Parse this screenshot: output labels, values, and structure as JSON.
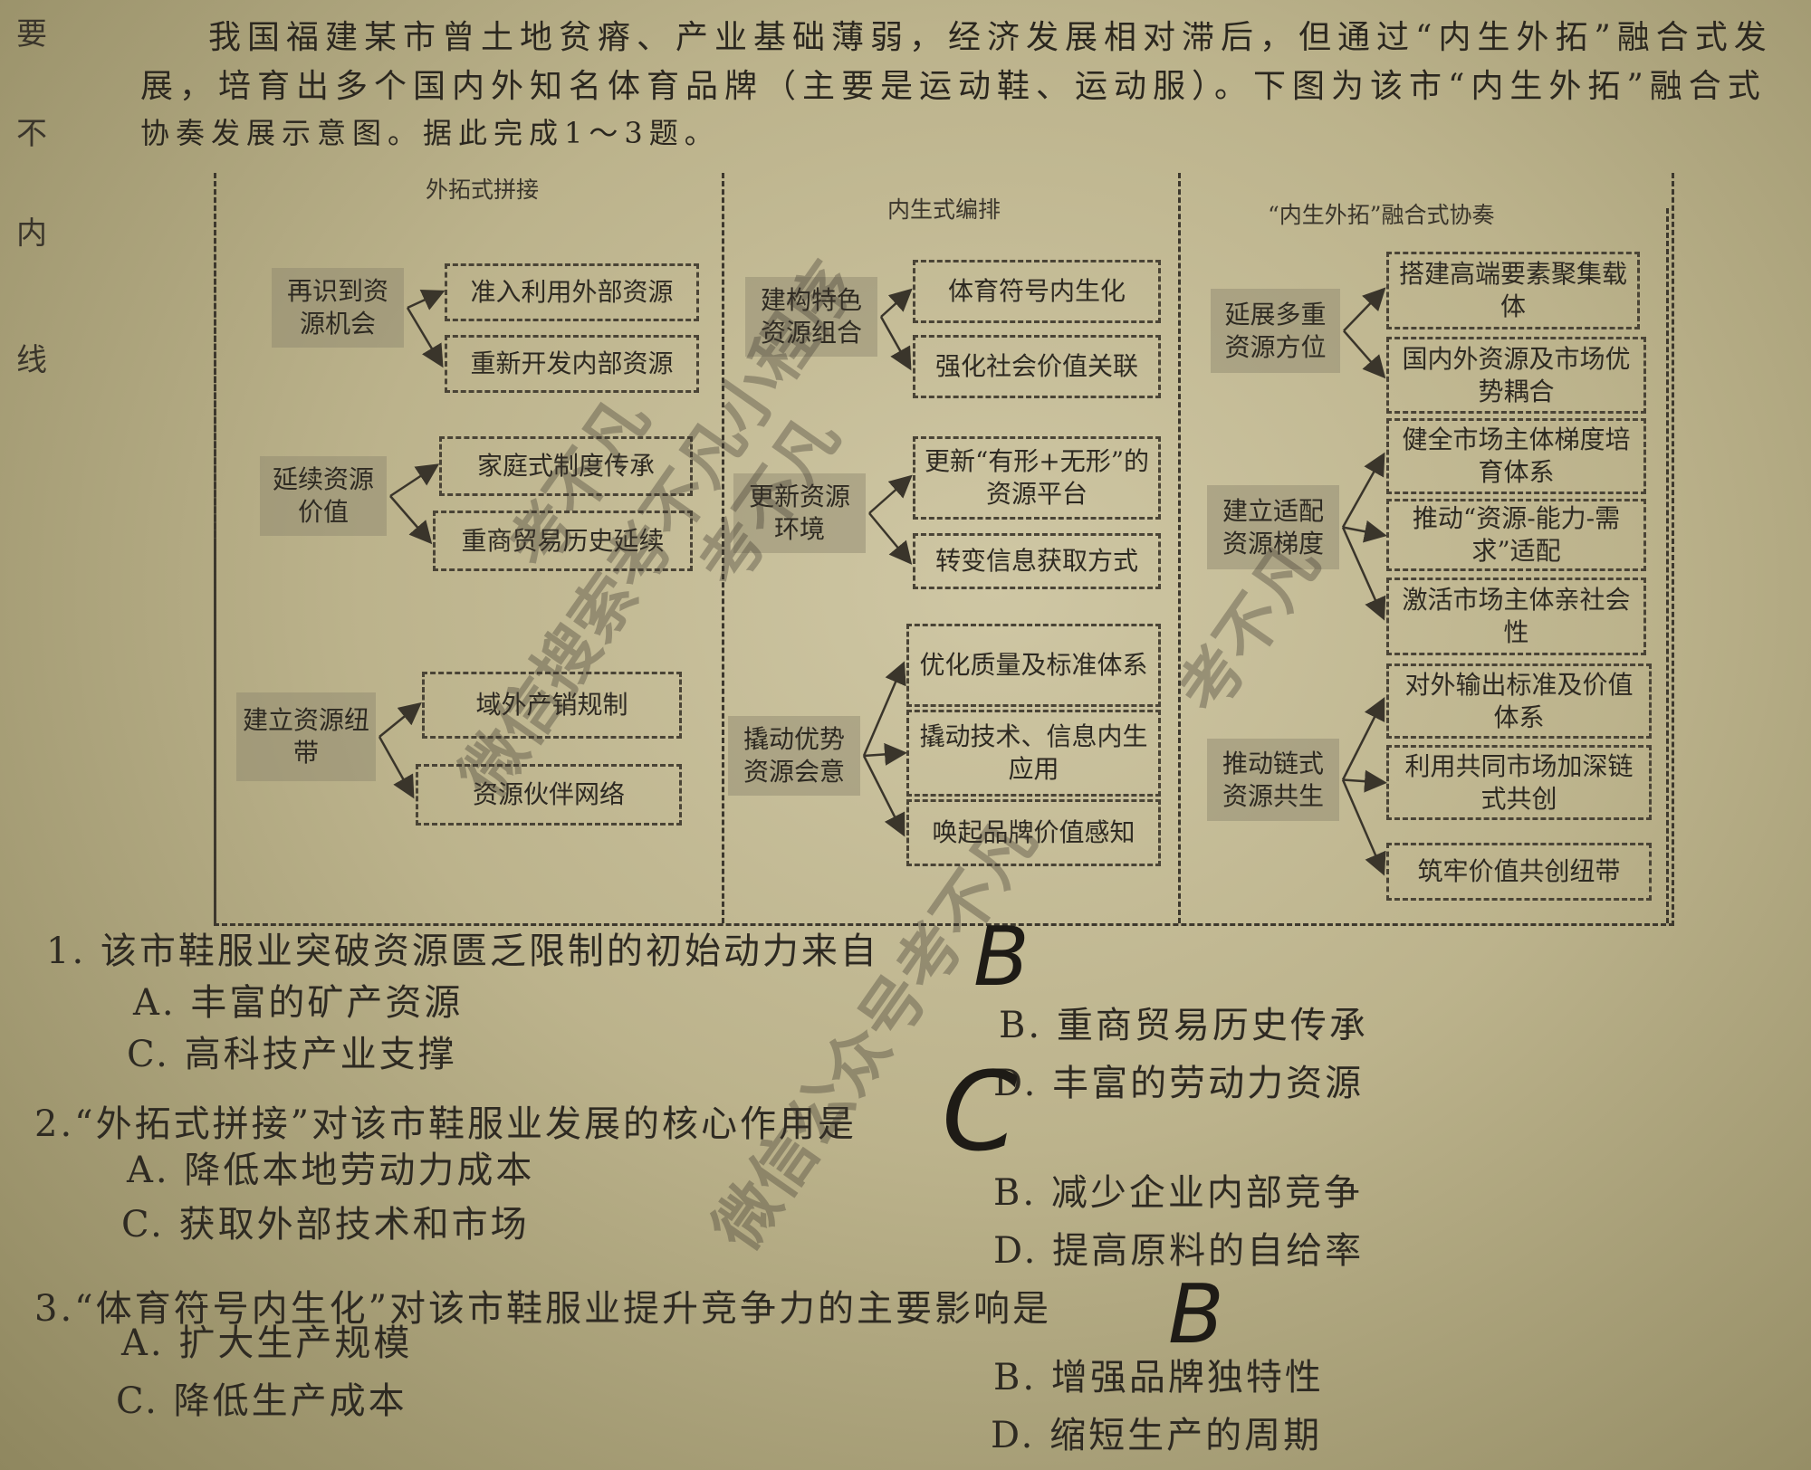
{
  "margin_chars": [
    "要",
    "不",
    "内",
    "线"
  ],
  "intro": [
    "我国福建某市曾土地贫瘠、产业基础薄弱，经济发展相对滞后，但通过“内生外拓”融合式发",
    "展，培育出多个国内外知名体育品牌（主要是运动鞋、运动服）。下图为该市“内生外拓”融合式",
    "协奏发展示意图。据此完成1～3题。"
  ],
  "diagram": {
    "columns": [
      {
        "title": "外拓式拼接",
        "groups": [
          {
            "label": "再识到资源机会",
            "items": [
              "准入利用外部资源",
              "重新开发内部资源"
            ]
          },
          {
            "label": "延续资源价值",
            "items": [
              "家庭式制度传承",
              "重商贸易历史延续"
            ]
          },
          {
            "label": "建立资源纽带",
            "items": [
              "域外产销规制",
              "资源伙伴网络"
            ]
          }
        ]
      },
      {
        "title": "内生式编排",
        "groups": [
          {
            "label": "建构特色资源组合",
            "items": [
              "体育符号内生化",
              "强化社会价值关联"
            ]
          },
          {
            "label": "更新资源环境",
            "items": [
              "更新“有形+无形”的资源平台",
              "转变信息获取方式"
            ]
          },
          {
            "label": "撬动优势资源会意",
            "items": [
              "优化质量及标准体系",
              "撬动技术、信息内生应用",
              "唤起品牌价值感知"
            ]
          }
        ]
      },
      {
        "title": "“内生外拓”融合式协奏",
        "groups": [
          {
            "label": "延展多重资源方位",
            "items": [
              "搭建高端要素聚集载体",
              "国内外资源及市场优势耦合"
            ]
          },
          {
            "label": "建立适配资源梯度",
            "items": [
              "健全市场主体梯度培育体系",
              "推动“资源-能力-需求”适配",
              "激活市场主体亲社会性"
            ]
          },
          {
            "label": "推动链式资源共生",
            "items": [
              "对外输出标准及价值体系",
              "利用共同市场加深链式共创",
              "筑牢价值共创纽带"
            ]
          }
        ]
      }
    ]
  },
  "questions": [
    {
      "stem": "1. 该市鞋服业突破资源匮乏限制的初始动力来自",
      "options": {
        "A": "A. 丰富的矿产资源",
        "B": "B. 重商贸易历史传承",
        "C": "C. 高科技产业支撑",
        "D": "D. 丰富的劳动力资源"
      },
      "handwritten_answer": "B"
    },
    {
      "stem": "2.“外拓式拼接”对该市鞋服业发展的核心作用是",
      "options": {
        "A": "A. 降低本地劳动力成本",
        "B": "B. 减少企业内部竞争",
        "C": "C. 获取外部技术和市场",
        "D": "D. 提高原料的自给率"
      },
      "handwritten_answer": "C"
    },
    {
      "stem": "3.“体育符号内生化”对该市鞋服业提升竞争力的主要影响是",
      "options": {
        "A": "A. 扩大生产规模",
        "B": "B. 增强品牌独特性",
        "C": "C. 降低生产成本",
        "D": "D. 缩短生产的周期"
      },
      "handwritten_answer": "B"
    }
  ],
  "watermarks": [
    "考不凡",
    "考不凡",
    "微信搜索考不凡小程序",
    "考不凡",
    "微信公众号考不凡"
  ]
}
